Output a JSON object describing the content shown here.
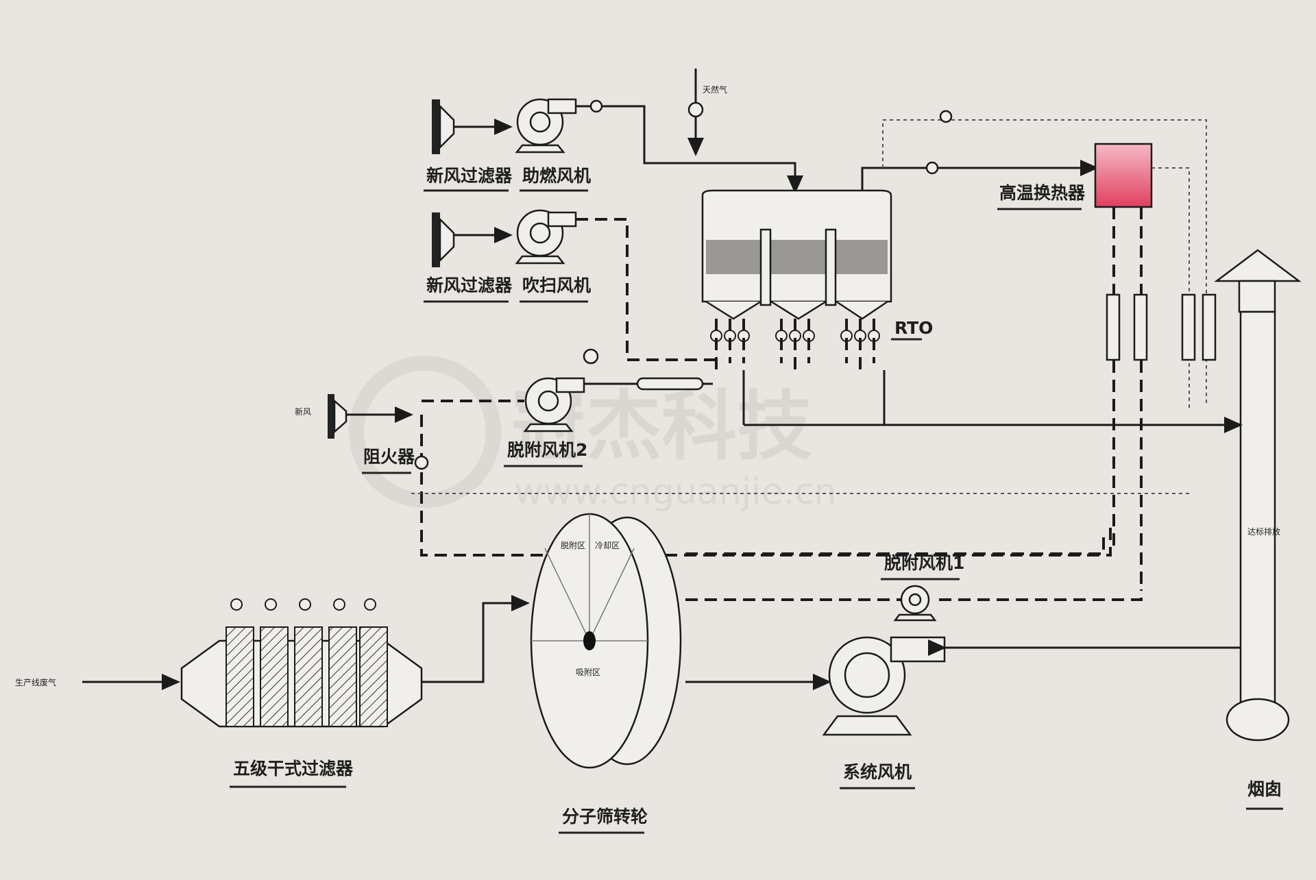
{
  "watermark": {
    "brand": "冠杰科技",
    "url": "www.cnguanjie.cn"
  },
  "labels": {
    "fresh_filter_1": "新风过滤器",
    "combustion_fan": "助燃风机",
    "fresh_filter_2": "新风过滤器",
    "purge_fan": "吹扫风机",
    "desorb_fan_2": "脱附风机2",
    "flame_arrester": "阻火器",
    "fresh_air_small": "新风",
    "natural_gas": "天然气",
    "rto": "RTO",
    "high_temp_hx": "高温换热器",
    "five_stage_filter": "五级干式过滤器",
    "zeolite_rotor": "分子筛转轮",
    "desorb_fan_1": "脱附风机1",
    "system_fan": "系统风机",
    "chimney": "烟囱",
    "production_exhaust": "生产线废气",
    "rotor_zone_desorb": "脱附区",
    "rotor_zone_cool": "冷却区",
    "rotor_zone_adsorb": "吸附区",
    "chimney_side": "达标排放"
  },
  "colors": {
    "background": "#e9e6e1",
    "line": "#1b1b1b",
    "heat_exchanger": "#e0405f"
  },
  "icons": [
    "filter-icon",
    "fan-icon",
    "valve-icon",
    "gauge-icon"
  ]
}
